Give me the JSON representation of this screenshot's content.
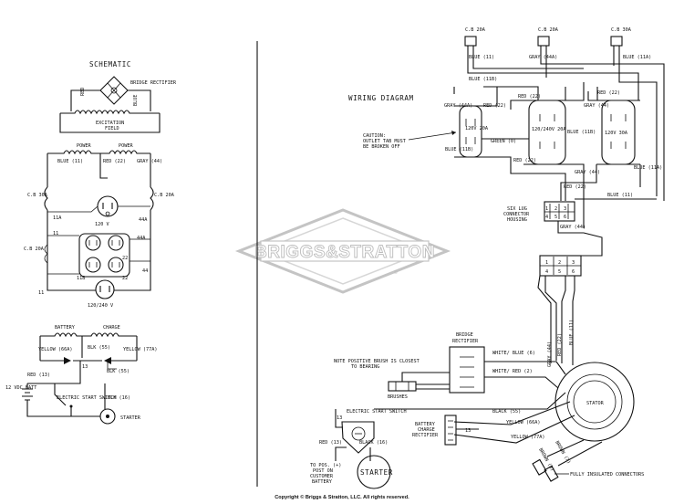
{
  "schematic": {
    "title": "SCHEMATIC",
    "bridge_rectifier": "BRIDGE RECTIFIER",
    "red": "RED",
    "blue": "BLUE",
    "excitation_field_1": "EXCITATION",
    "excitation_field_2": "FIELD",
    "power_1": "POWER",
    "power_2": "POWER",
    "blue_11": "BLUE (11)",
    "red_22": "RED (22)",
    "gray_44": "GRAY (44)",
    "cb_30a": "C.B 30A",
    "cb_20a_a": "C.B 20A",
    "cb_20a_b": "C.B 20A",
    "v120": "120 V",
    "v120_240": "120/240 V",
    "n11": "11",
    "n11a": "11A",
    "n11b": "11B",
    "n22a": "22",
    "n22b": "22",
    "n44a": "44A",
    "n44b": "44A",
    "n44c": "44",
    "n11c": "11",
    "battery": "BATTERY",
    "charge": "CHARGE",
    "yellow_66a": "YELLOW (66A)",
    "yellow_77a": "YELLOW (77A)",
    "blk_55a": "BLK (55)",
    "blk_55b": "BLK (55)",
    "red_13": "RED (13)",
    "n13": "13",
    "batt_12vdc": "12 VDC BATT",
    "electric_start_switch": "ELECTRIC START SWITCH",
    "blk_16": "BLK (16)",
    "starter": "STARTER"
  },
  "wiring": {
    "title": "WIRING DIAGRAM",
    "cb1": "C.B 20A",
    "cb2": "C.B 20A",
    "cb3": "C.B 30A",
    "blue_11": "BLUE (11)",
    "gray_44a": "GRAY (44A)",
    "blue_11a": "BLUE (11A)",
    "blue_11b": "BLUE (11B)",
    "gray_44a_2": "GRAY (44A)",
    "red_22a": "RED (22)",
    "red_22b": "RED (22)",
    "gray_44": "GRAY (44)",
    "red_22c": "RED (22)",
    "caution_1": "CAUTION:",
    "caution_2": "OUTLET TAB MUST",
    "caution_3": "BE BROKEN OFF",
    "outlet1": "120V 20A",
    "outlet2": "120/240V 20A",
    "outlet3": "120V 30A",
    "green_0": "GREEN (0)",
    "blue_11b_2": "BLUE (11B)",
    "red_22d": "RED (22)",
    "blue_11b_3": "BLUE (11B)",
    "blue_11a_2": "BLUE (11A)",
    "gray_44_2": "GRAY (44)",
    "red_22e": "RED (22)",
    "blue_11_2": "BLUE (11)",
    "six_lug_1": "SIX LUG",
    "six_lug_2": "CONNECTOR",
    "six_lug_3": "HOUSING",
    "gray_44_3": "GRAY (44)",
    "lug_top": [
      "1",
      "2",
      "3",
      "4",
      "5",
      "6"
    ],
    "lug_bottom": [
      "1",
      "2",
      "3",
      "4",
      "5",
      "6"
    ],
    "gray_44_vert": "GRAY (44)",
    "red_22_vert": "RED (22)",
    "blue_11_vert": "BLUE (11)",
    "bridge_rect_1": "BRIDGE",
    "bridge_rect_2": "RECTIFIER",
    "note_1": "NOTE POSITIVE BRUSH IS CLOSEST",
    "note_2": "TO BEARING",
    "white_blue_6": "WHITE/ BLUE (6)",
    "white_red_2": "WHITE/ RED (2)",
    "brushes": "BRUSHES",
    "stator": "STATOR",
    "black_55": "BLACK (55)",
    "yellow_66a": "YELLOW (66A)",
    "yellow_77a": "YELLOW (77A)",
    "brown_5": "BROWN (5)",
    "brown_7": "BROWN (7)",
    "battery_charge_rect_1": "BATTERY",
    "battery_charge_rect_2": "CHARGE",
    "battery_charge_rect_3": "RECTIFIER",
    "n13": "13",
    "electric_start_switch": "ELECTRIC START SWITCH",
    "n13b": "13",
    "red_13": "RED (13)",
    "black_16": "BLACK (16)",
    "to_pos_1": "TO POS. (+)",
    "to_pos_2": "POST ON",
    "to_pos_3": "CUSTOMER",
    "to_pos_4": "BATTERY",
    "starter": "STARTER",
    "fully_insulated": "FULLY INSULATED CONNECTORS"
  },
  "watermark": "BRIGGS&STRATTON",
  "copyright": "Copyright © Briggs & Stratton, LLC. All rights reserved."
}
